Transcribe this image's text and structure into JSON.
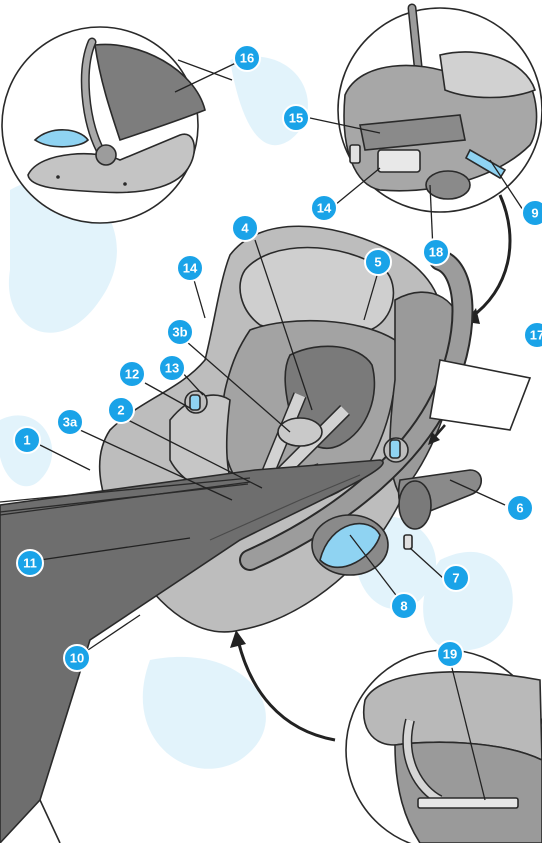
{
  "colors": {
    "callout": "#1aa3e8",
    "watermark": "#dff2fb",
    "shell": "#b7b7b7",
    "fabric": "#8a8a8a",
    "cover": "#6e6e6e",
    "handle": "#9c9c9c",
    "accent_blue": "#8fd3f2"
  },
  "callouts": [
    {
      "id": "c1",
      "label": "1"
    },
    {
      "id": "c2",
      "label": "2"
    },
    {
      "id": "c3a",
      "label": "3a"
    },
    {
      "id": "c3b",
      "label": "3b"
    },
    {
      "id": "c4",
      "label": "4"
    },
    {
      "id": "c5",
      "label": "5"
    },
    {
      "id": "c6",
      "label": "6"
    },
    {
      "id": "c7",
      "label": "7"
    },
    {
      "id": "c8",
      "label": "8"
    },
    {
      "id": "c9",
      "label": "9"
    },
    {
      "id": "c10",
      "label": "10"
    },
    {
      "id": "c11",
      "label": "11"
    },
    {
      "id": "c12",
      "label": "12"
    },
    {
      "id": "c13",
      "label": "13"
    },
    {
      "id": "c14a",
      "label": "14"
    },
    {
      "id": "c14b",
      "label": "14"
    },
    {
      "id": "c15",
      "label": "15"
    },
    {
      "id": "c16",
      "label": "16"
    },
    {
      "id": "c17",
      "label": "17"
    },
    {
      "id": "c18",
      "label": "18"
    },
    {
      "id": "c19",
      "label": "19"
    }
  ]
}
